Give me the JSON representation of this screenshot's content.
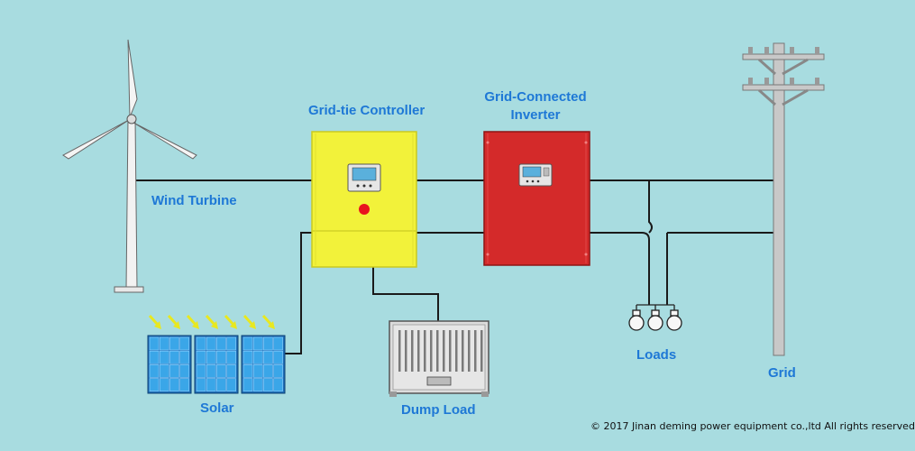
{
  "labels": {
    "wind_turbine": "Wind Turbine",
    "grid_tie_controller": "Grid-tie Controller",
    "inverter_line1": "Grid-Connected",
    "inverter_line2": "Inverter",
    "solar": "Solar",
    "dump_load": "Dump Load",
    "loads": "Loads",
    "grid": "Grid"
  },
  "copyright": "© 2017 Jinan deming power equipment co.,ltd All rights reserved",
  "colors": {
    "background": "#a8dce0",
    "label": "#1e78d6",
    "controller": "#f2f23a",
    "inverter": "#d42a2a",
    "solar_panel": "#3aa6e8",
    "sun_arrow": "#e8e820",
    "wire": "#1a1a1a"
  },
  "icons": [
    "wind-turbine-icon",
    "controller-display-icon",
    "red-indicator-icon",
    "inverter-display-icon",
    "solar-panel-icon",
    "sun-ray-icon",
    "dump-load-icon",
    "light-bulb-icon",
    "utility-pole-icon"
  ]
}
